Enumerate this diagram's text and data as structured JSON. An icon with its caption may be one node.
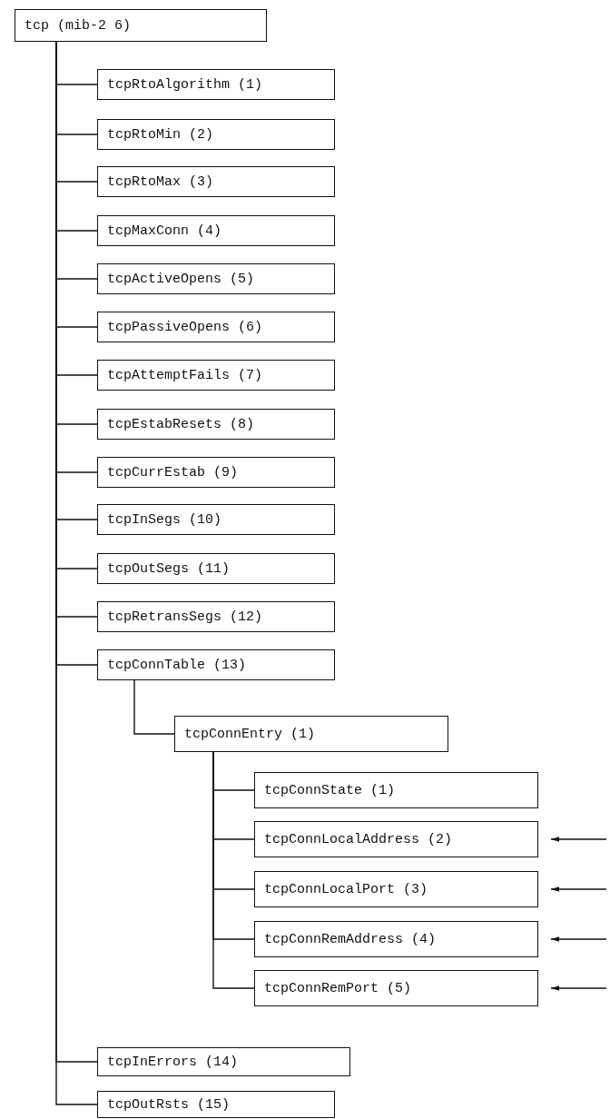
{
  "diagram": {
    "nodes": [
      {
        "text": [
          "tcp (mib-2 6)"
        ]
      },
      {
        "text": [
          "tcpRtoAlgorithm (1)"
        ]
      },
      {
        "text": [
          "tcpRtoMin (2)"
        ]
      },
      {
        "text": [
          "tcpRtoMax (3)"
        ]
      },
      {
        "text": [
          "tcpMaxConn (4)"
        ]
      },
      {
        "text": [
          "tcpActiveOpens (5)"
        ]
      },
      {
        "text": [
          "tcpPassiveOpens (6)"
        ]
      },
      {
        "text": [
          "tcpAttemptFails (7)"
        ]
      },
      {
        "text": [
          "tcpEstabResets (8)"
        ]
      },
      {
        "text": [
          "tcpCurrEstab (9)"
        ]
      },
      {
        "text": [
          "tcpInSegs (10)"
        ]
      },
      {
        "text": [
          "tcpOutSegs (11)"
        ]
      },
      {
        "text": [
          "tcpRetransSegs (12)"
        ]
      },
      {
        "text": [
          "tcpConnTable (13)"
        ]
      },
      {
        "text": [
          "tcpConnEntry (1)"
        ]
      },
      {
        "text": [
          "tcpConnState (1)"
        ]
      },
      {
        "text": [
          "tcpConnLocalAddress (2)"
        ]
      },
      {
        "text": [
          "tcpConnLocalPort (3)"
        ]
      },
      {
        "text": [
          "tcpConnRemAddress (4)"
        ]
      },
      {
        "text": [
          "tcpConnRemPort (5)"
        ]
      },
      {
        "text": [
          "tcpInErrors (14)"
        ]
      },
      {
        "text": [
          "tcpOutRsts (15)"
        ]
      }
    ],
    "edges": [
      {
        "from": 0,
        "to": 1,
        "arrow": "none"
      },
      {
        "from": 0,
        "to": 2,
        "arrow": "none"
      },
      {
        "from": 0,
        "to": 3,
        "arrow": "none"
      },
      {
        "from": 0,
        "to": 4,
        "arrow": "none"
      },
      {
        "from": 0,
        "to": 5,
        "arrow": "none"
      },
      {
        "from": 0,
        "to": 6,
        "arrow": "none"
      },
      {
        "from": 0,
        "to": 7,
        "arrow": "none"
      },
      {
        "from": 0,
        "to": 8,
        "arrow": "none"
      },
      {
        "from": 0,
        "to": 9,
        "arrow": "none"
      },
      {
        "from": 0,
        "to": 10,
        "arrow": "none"
      },
      {
        "from": 0,
        "to": 11,
        "arrow": "none"
      },
      {
        "from": 0,
        "to": 12,
        "arrow": "none"
      },
      {
        "from": 0,
        "to": 13,
        "arrow": "none"
      },
      {
        "from": 13,
        "to": 14,
        "arrow": "none"
      },
      {
        "from": 14,
        "to": 15,
        "arrow": "none"
      },
      {
        "from": 14,
        "to": 16,
        "arrow": "none"
      },
      {
        "from": 14,
        "to": 17,
        "arrow": "none"
      },
      {
        "from": 14,
        "to": 18,
        "arrow": "none"
      },
      {
        "from": 14,
        "to": 19,
        "arrow": "none"
      },
      {
        "from": 0,
        "to": 20,
        "arrow": "none"
      },
      {
        "from": 0,
        "to": 21,
        "arrow": "none"
      },
      {
        "from": null,
        "to": 16,
        "arrow": "to"
      },
      {
        "from": null,
        "to": 17,
        "arrow": "to"
      },
      {
        "from": null,
        "to": 18,
        "arrow": "to"
      },
      {
        "from": null,
        "to": 19,
        "arrow": "to"
      }
    ]
  }
}
